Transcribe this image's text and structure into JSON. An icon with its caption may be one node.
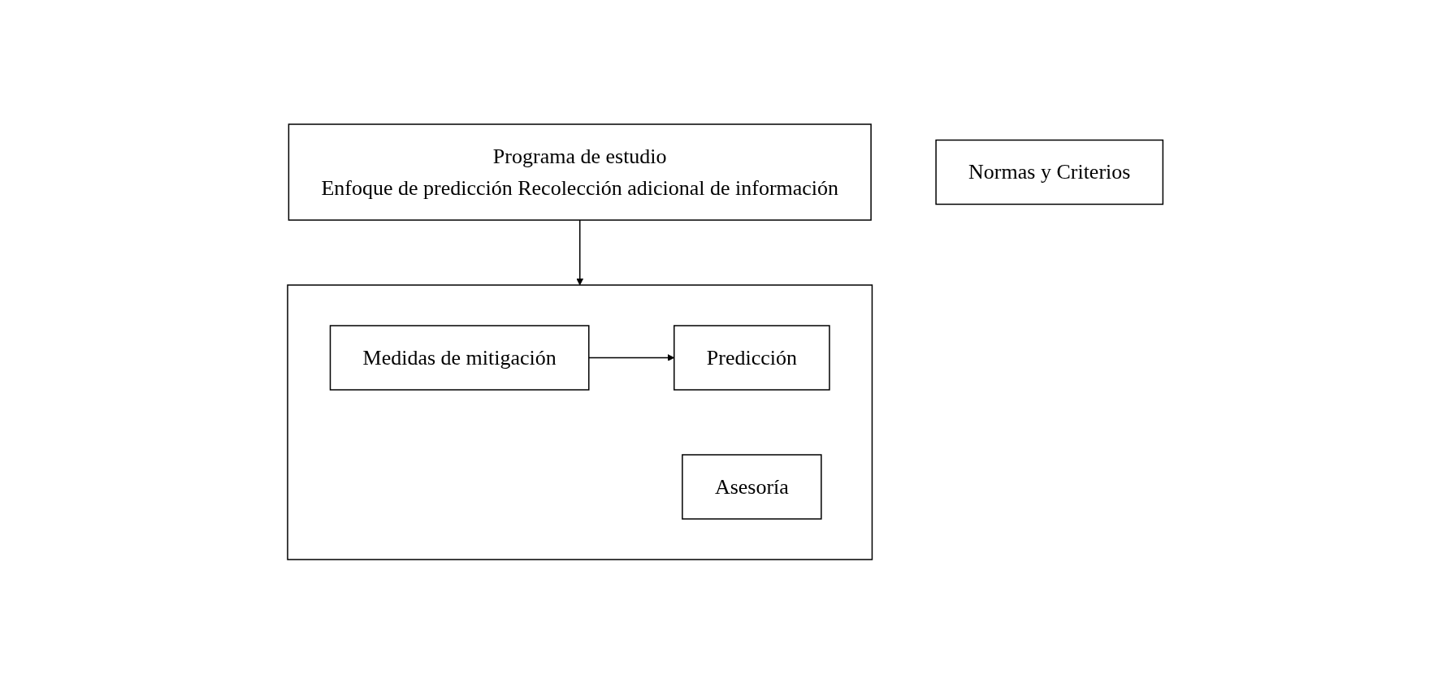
{
  "diagram": {
    "nodes": [
      {
        "text": [
          "Programa de estudio",
          "Enfoque de predicción Recolección adicional de información"
        ]
      },
      {
        "text": [],
        "shape": "box"
      },
      {
        "text": [
          "Predicción"
        ],
        "in": 1
      },
      {
        "text": [
          "Asesoría"
        ],
        "in": 1
      },
      {
        "text": [
          "Medidas de mitigación"
        ],
        "in": 1
      },
      {
        "text": [
          "Normas y Criterios"
        ]
      }
    ],
    "edges": [
      {
        "from": 0,
        "to": 1,
        "arrow": "to"
      },
      {
        "from": 4,
        "to": 2,
        "arrow": "to"
      }
    ]
  }
}
